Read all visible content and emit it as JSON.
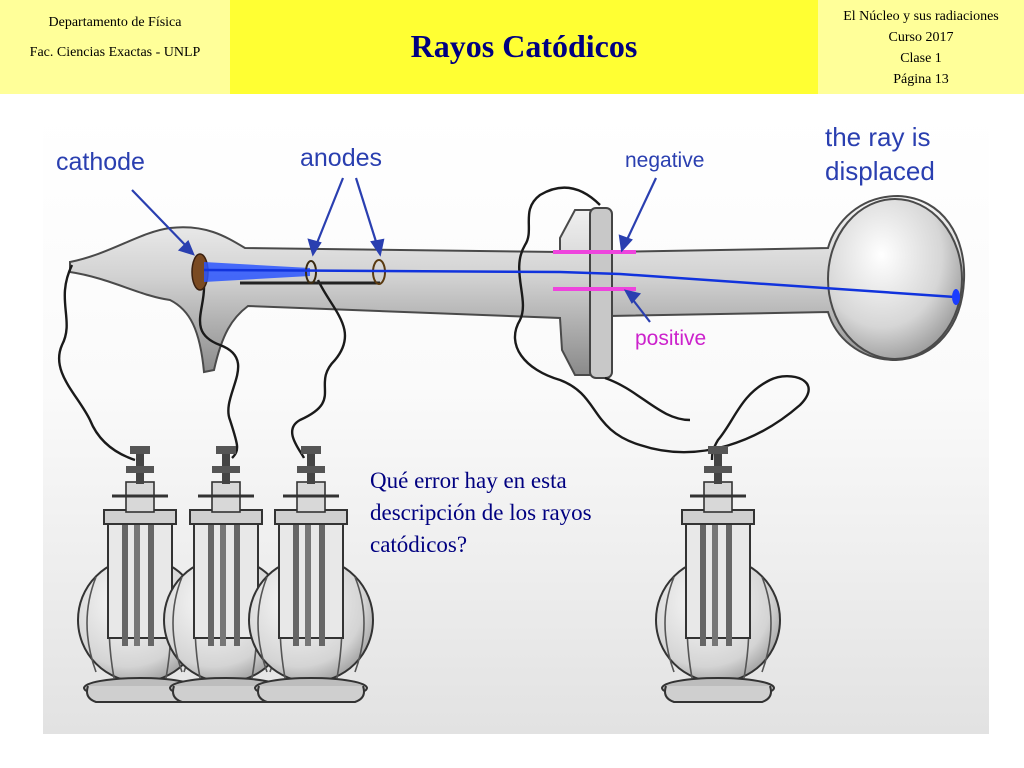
{
  "header": {
    "left": {
      "line1": "Departamento de Física",
      "line2": "Fac. Ciencias Exactas - UNLP"
    },
    "title": "Rayos Catódicos",
    "right": {
      "line1": "El Núcleo y sus radiaciones",
      "line2": "Curso  2017",
      "line3": "Clase 1",
      "line4": "Página 13"
    }
  },
  "diagram": {
    "labels": {
      "cathode": "cathode",
      "anodes": "anodes",
      "negative": "negative",
      "positive": "positive",
      "ray_line1": "the ray is",
      "ray_line2": "displaced"
    },
    "colors": {
      "labels": "#2a3fb0",
      "positive": "#cc22cc",
      "ray": "#1133dd",
      "plates": "#ee44dd"
    }
  },
  "question": "Qué error hay en esta descripción de los rayos catódicos?"
}
